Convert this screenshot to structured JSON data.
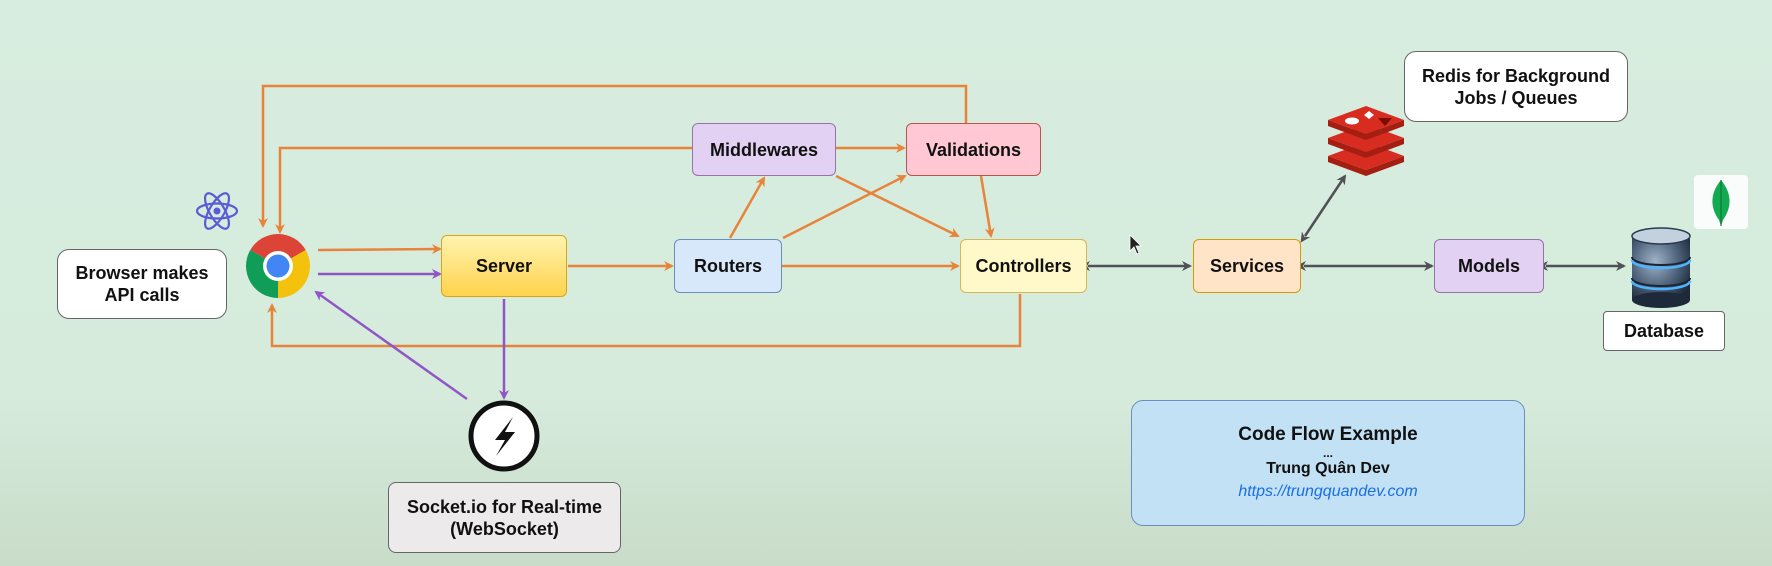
{
  "nodes": {
    "browser_note": [
      "Browser makes",
      "API calls"
    ],
    "server": "Server",
    "routers": "Routers",
    "middlewares": "Middlewares",
    "validations": "Validations",
    "controllers": "Controllers",
    "services": "Services",
    "models": "Models",
    "redis_note": [
      "Redis for Background",
      "Jobs / Queues"
    ],
    "database": "Database",
    "socket_note": [
      "Socket.io for Real-time",
      "(WebSocket)"
    ]
  },
  "code_flow": {
    "title": "Code Flow Example",
    "dots": "...",
    "author": "Trung Quân Dev",
    "link": "https://trungquandev.com"
  },
  "icons": [
    "react-icon",
    "chrome-icon",
    "socketio-icon",
    "redis-icon",
    "mongodb-icon",
    "database-icon",
    "mouse-cursor-icon"
  ],
  "colors": {
    "request_arrow": "#e8843a",
    "realtime_arrow": "#9156c5",
    "data_arrow": "#505055"
  }
}
